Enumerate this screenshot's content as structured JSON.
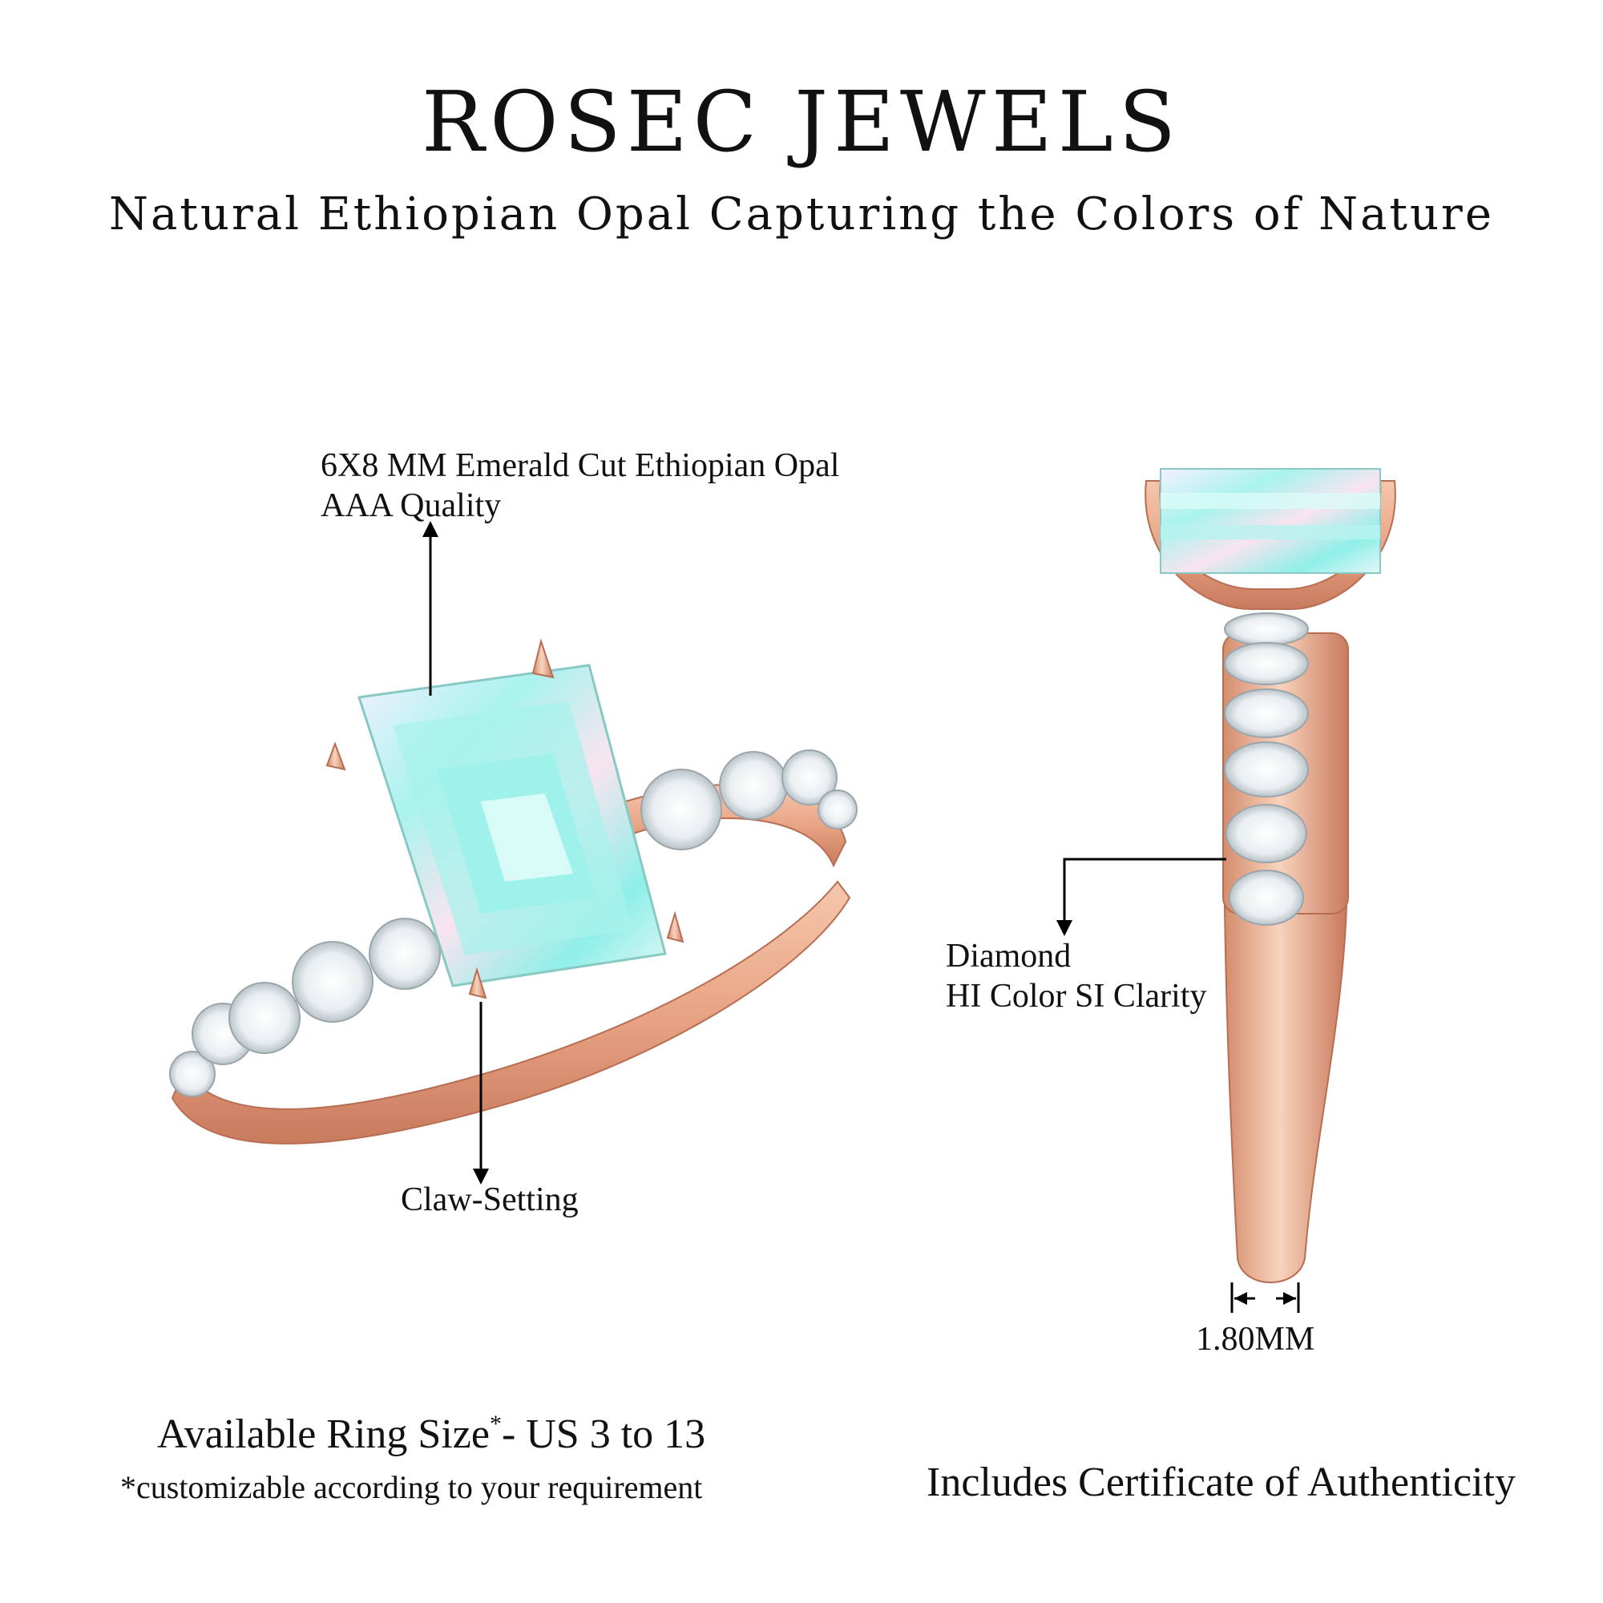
{
  "header": {
    "brand": "ROSEC JEWELS",
    "tagline": "Natural Ethiopian Opal Capturing the Colors of Nature"
  },
  "callouts": {
    "opal_line1": "6X8 MM Emerald Cut Ethiopian Opal",
    "opal_line2": "AAA Quality",
    "claw": "Claw-Setting",
    "diamond_line1": "Diamond",
    "diamond_line2": "HI Color SI Clarity",
    "band_width": "1.80MM"
  },
  "footer": {
    "size_prefix": "Available Ring Size",
    "size_mark": "*",
    "size_range": "- US 3 to 13",
    "size_note": "*customizable according to your requirement",
    "certificate": "Includes Certificate of Authenticity"
  },
  "colors": {
    "rose_gold": "#e8a585",
    "rose_gold_dark": "#c97a5c",
    "opal": "#9ff2ec",
    "diamond": "#eef2f4",
    "text": "#111111"
  }
}
